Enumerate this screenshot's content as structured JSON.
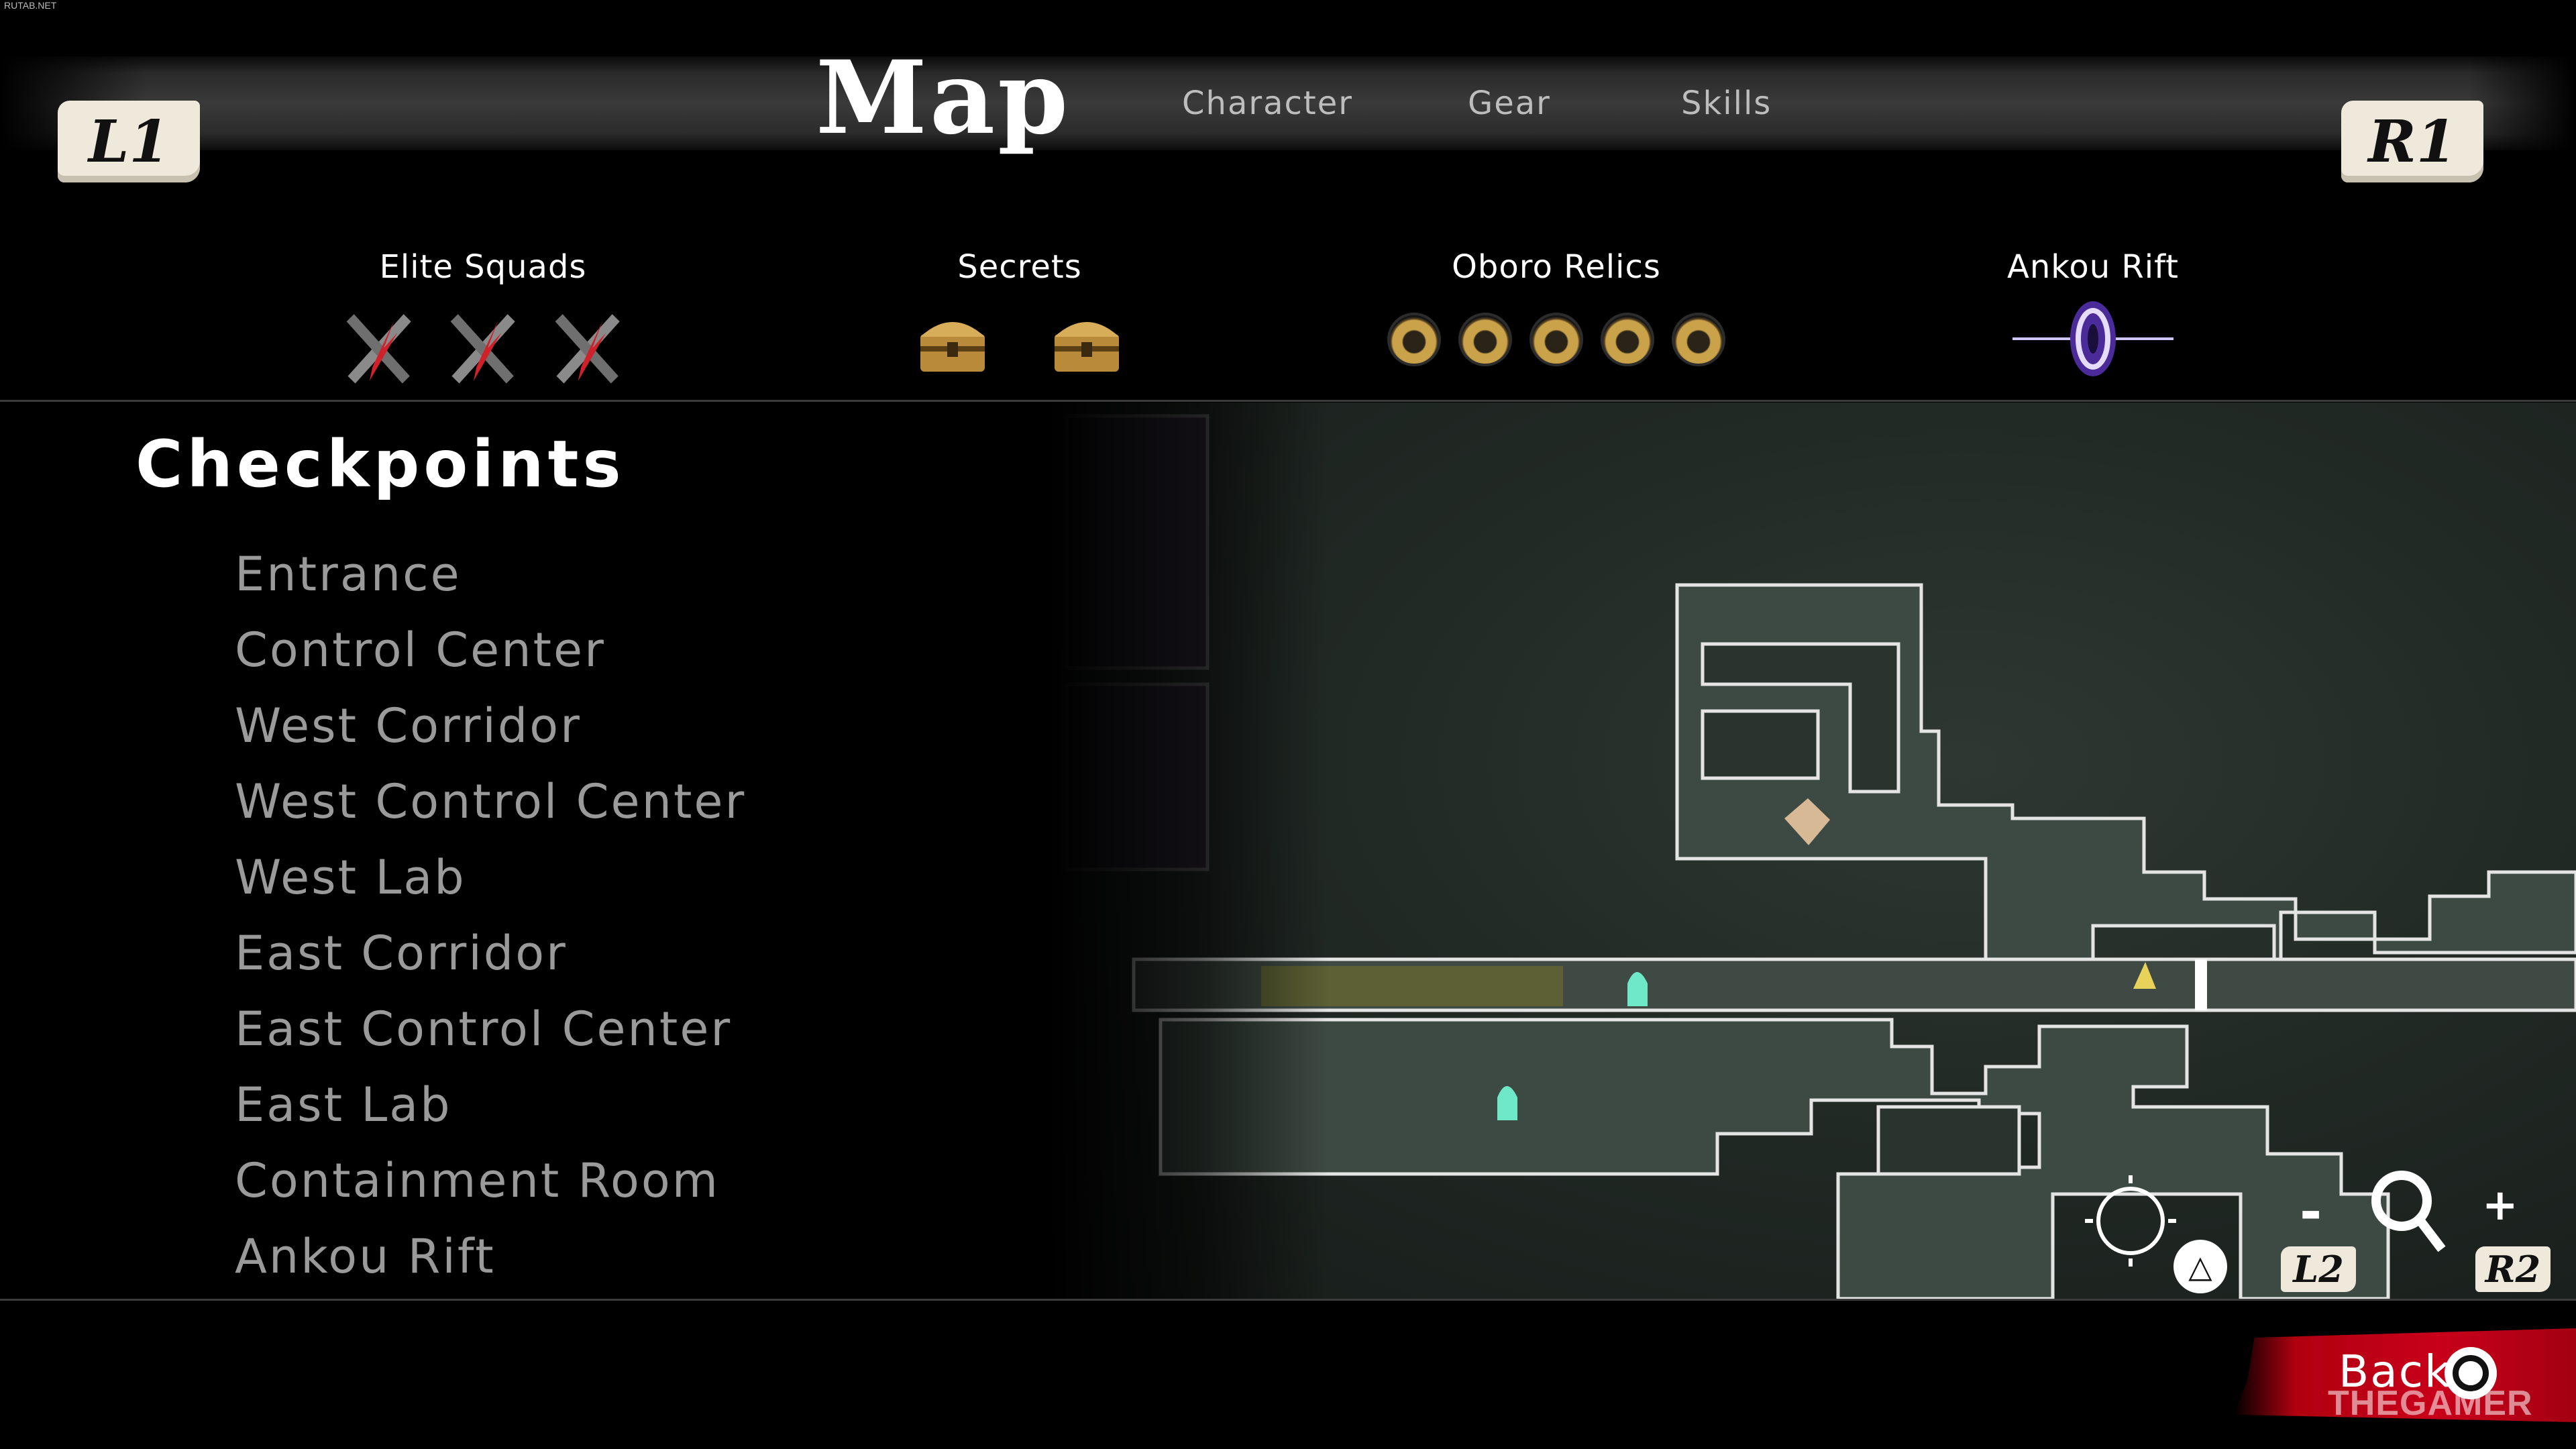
{
  "watermark": "RUTAB.NET",
  "header": {
    "left_shoulder": "L1",
    "right_shoulder": "R1",
    "tabs": {
      "active": "Map",
      "character": "Character",
      "gear": "Gear",
      "skills": "Skills"
    }
  },
  "collectibles": {
    "elite_squads": {
      "label": "Elite Squads",
      "count": 3,
      "icon": "crossed-blades-icon",
      "color": "#d0202a"
    },
    "secrets": {
      "label": "Secrets",
      "count": 2,
      "icon": "treasure-chest-icon",
      "color": "#b88a3a"
    },
    "oboro_relics": {
      "label": "Oboro Relics",
      "count": 5,
      "icon": "relic-coin-icon",
      "color": "#c9a24a"
    },
    "ankou_rift": {
      "label": "Ankou Rift",
      "icon": "rift-portal-icon",
      "color": "#9b6bff"
    }
  },
  "checkpoints": {
    "title": "Checkpoints",
    "items": [
      "Entrance",
      "Control Center",
      "West Corridor",
      "West Control Center",
      "West Lab",
      "East Corridor",
      "East Control Center",
      "East Lab",
      "Containment Room",
      "Ankou Rift"
    ]
  },
  "map_controls": {
    "recenter": "△",
    "zoom_out": "-",
    "zoom_in": "+",
    "zoom_out_button": "L2",
    "zoom_in_button": "R2"
  },
  "footer": {
    "back_label": "Back",
    "brand": "THEGAMER"
  }
}
